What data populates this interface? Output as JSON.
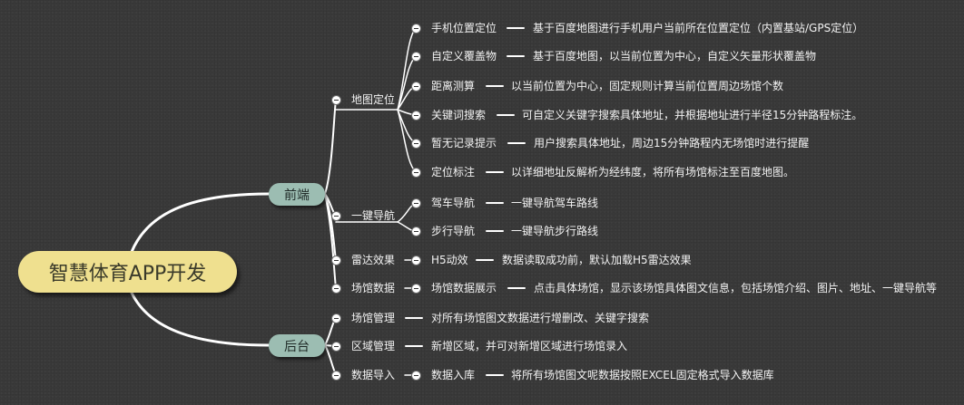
{
  "root": "智慧体育APP开发",
  "frontend": {
    "label": "前端",
    "map": {
      "label": "地图定位",
      "items": [
        {
          "label": "手机位置定位",
          "desc": "基于百度地图进行手机用户当前所在位置定位（内置基站/GPS定位）"
        },
        {
          "label": "自定义覆盖物",
          "desc": "基于百度地图，以当前位置为中心，自定义矢量形状覆盖物"
        },
        {
          "label": "距离测算",
          "desc": "以当前位置为中心，固定规则计算当前位置周边场馆个数"
        },
        {
          "label": "关键词搜索",
          "desc": "可自定义关键字搜索具体地址，并根据地址进行半径15分钟路程标注。"
        },
        {
          "label": "暂无记录提示",
          "desc": "用户搜索具体地址，周边15分钟路程内无场馆时进行提醒"
        },
        {
          "label": "定位标注",
          "desc": "以详细地址反解析为经纬度，将所有场馆标注至百度地图。"
        }
      ]
    },
    "nav": {
      "label": "一键导航",
      "items": [
        {
          "label": "驾车导航",
          "desc": "一键导航驾车路线"
        },
        {
          "label": "步行导航",
          "desc": "一键导航步行路线"
        }
      ]
    },
    "radar": {
      "label": "雷达效果",
      "items": [
        {
          "label": "H5动效",
          "desc": "数据读取成功前，默认加载H5雷达效果"
        }
      ]
    },
    "venue": {
      "label": "场馆数据",
      "items": [
        {
          "label": "场馆数据展示",
          "desc": "点击具体场馆，显示该场馆具体图文信息，包括场馆介绍、图片、地址、一键导航等"
        }
      ]
    }
  },
  "backend": {
    "label": "后台",
    "items": [
      {
        "label": "场馆管理",
        "desc": "对所有场馆图文数据进行增删改、关键字搜索"
      },
      {
        "label": "区域管理",
        "desc": "新增区域，并可对新增区域进行场馆录入"
      },
      {
        "label": "数据导入",
        "sub": "数据入库",
        "desc": "将所有场馆图文呢数据按照EXCEL固定格式导入数据库"
      }
    ]
  }
}
